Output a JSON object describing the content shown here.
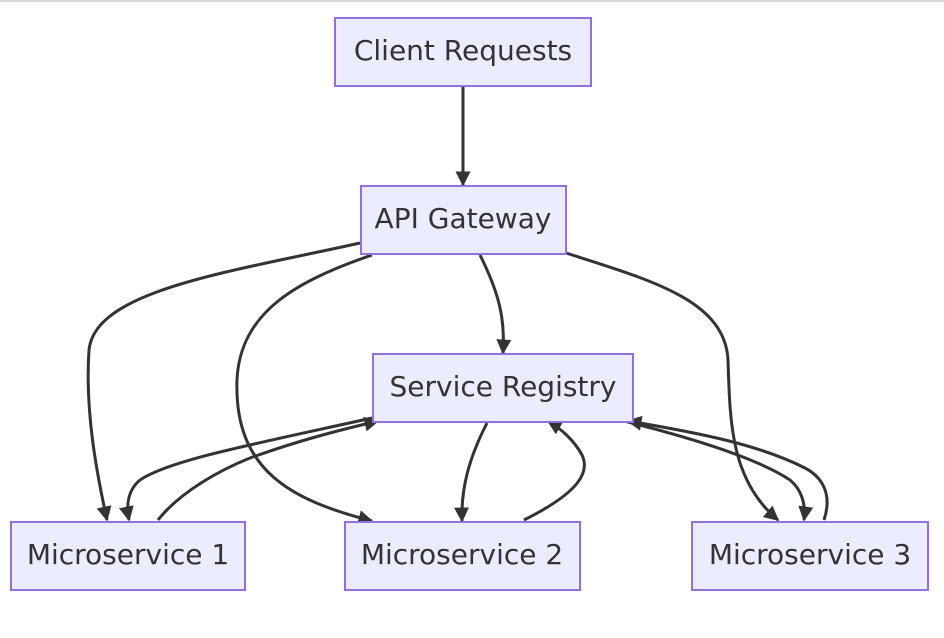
{
  "diagram": {
    "type": "flowchart",
    "nodes": [
      {
        "id": "client",
        "label": "Client Requests"
      },
      {
        "id": "gateway",
        "label": "API Gateway"
      },
      {
        "id": "registry",
        "label": "Service Registry"
      },
      {
        "id": "ms1",
        "label": "Microservice 1"
      },
      {
        "id": "ms2",
        "label": "Microservice 2"
      },
      {
        "id": "ms3",
        "label": "Microservice 3"
      }
    ],
    "edges": [
      {
        "from": "client",
        "to": "gateway"
      },
      {
        "from": "gateway",
        "to": "ms1"
      },
      {
        "from": "gateway",
        "to": "ms2"
      },
      {
        "from": "gateway",
        "to": "registry"
      },
      {
        "from": "gateway",
        "to": "ms3"
      },
      {
        "from": "registry",
        "to": "ms1"
      },
      {
        "from": "ms1",
        "to": "registry"
      },
      {
        "from": "registry",
        "to": "ms2"
      },
      {
        "from": "ms2",
        "to": "registry"
      },
      {
        "from": "registry",
        "to": "ms3"
      },
      {
        "from": "ms3",
        "to": "registry"
      }
    ],
    "colors": {
      "node_fill": "#ECECFF",
      "node_stroke": "#9370DB",
      "edge": "#333333",
      "text": "#333333"
    }
  }
}
